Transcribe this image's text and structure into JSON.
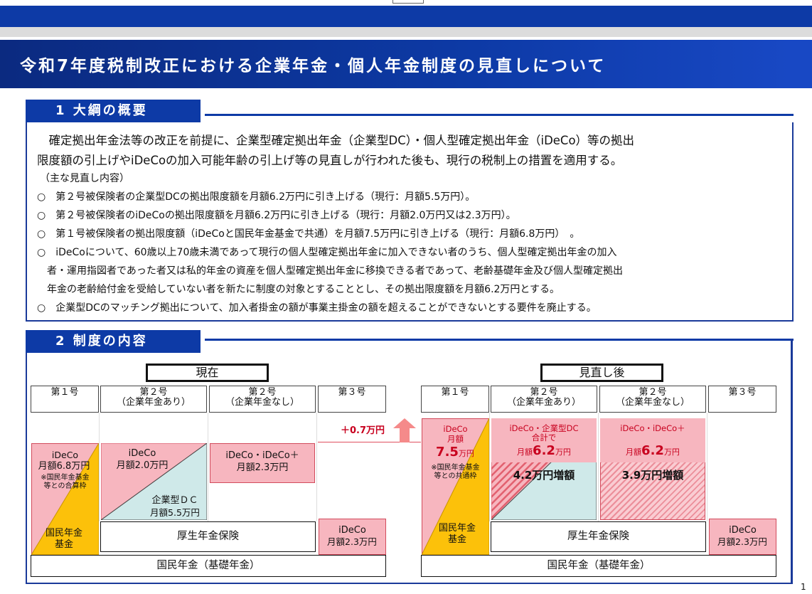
{
  "title": "令和7年度税制改正における企業年金・個人年金制度の見直しについて",
  "page_number": "1",
  "section1": {
    "heading": "1 大綱の概要",
    "intro_line1": "　確定拠出年金法等の改正を前提に、企業型確定拠出年金（企業型DC）・個人型確定拠出年金（iDeCo）等の拠出",
    "intro_line2": "限度額の引上げやiDeCoの加入可能年齢の引上げ等の見直しが行われた後も、現行の税制上の措置を適用する。",
    "sub_heading": "（主な見直し内容）",
    "items": [
      "○　第２号被保険者の企業型DCの拠出限度額を月額6.2万円に引き上げる（現行：月額5.5万円）。",
      "○　第２号被保険者のiDeCoの拠出限度額を月額6.2万円に引き上げる（現行：月額2.0万円又は2.3万円）。",
      "○　第１号被保険者の拠出限度額（iDeCoと国民年金基金で共通）を月額7.5万円に引き上げる（現行：月額6.8万円）　。",
      "○　iDeCoについて、60歳以上70歳未満であって現行の個人型確定拠出年金に加入できない者のうち、個人型確定拠出年金の加入",
      "　者・運用指図者であった者又は私的年金の資産を個人型確定拠出年金に移換できる者であって、老齢基礎年金及び個人型確定拠出",
      "　年金の老齢給付金を受給していない者を新たに制度の対象とすることとし、その拠出限度額を月額6.2万円とする。",
      "○　企業型DCのマッチング拠出について、加入者掛金の額が事業主掛金の額を超えることができないとする要件を廃止する。"
    ]
  },
  "section2": {
    "heading": "2 制度の内容",
    "current": {
      "header": "現在",
      "cols": [
        {
          "l1": "第１号",
          "l2": ""
        },
        {
          "l1": "第２号",
          "l2": "（企業年金あり）"
        },
        {
          "l1": "第２号",
          "l2": "（企業年金なし）"
        },
        {
          "l1": "第３号",
          "l2": ""
        }
      ],
      "c1_ideco": "iDeCo",
      "c1_amount": "月額6.8万円",
      "c1_note1": "※国民年金基金",
      "c1_note2": "等との合算枠",
      "c1_kikin1": "国民年金",
      "c1_kikin2": "基金",
      "c2_ideco": "iDeCo",
      "c2_amount": "月額2.0万円",
      "c2_dc1": "企業型ＤＣ",
      "c2_dc2": "月額5.5万円",
      "c3_l1": "iDeCo・iDeCo＋",
      "c3_l2": "月額2.3万円",
      "c4_l1": "iDeCo",
      "c4_l2": "月額2.3万円",
      "kosei": "厚生年金保険",
      "kokumin": "国民年金（基礎年金）"
    },
    "increase": "＋0.7万円",
    "after": {
      "header": "見直し後",
      "cols": [
        {
          "l1": "第１号",
          "l2": ""
        },
        {
          "l1": "第２号",
          "l2": "（企業年金あり）"
        },
        {
          "l1": "第２号",
          "l2": "（企業年金なし）"
        },
        {
          "l1": "第３号",
          "l2": ""
        }
      ],
      "c1_ideco": "iDeCo",
      "c1_monthly": "月額",
      "c1_big": "7.5",
      "c1_unit": "万円",
      "c1_note1": "※国民年金基金",
      "c1_note2": "等との共通枠",
      "c1_kikin1": "国民年金",
      "c1_kikin2": "基金",
      "c2_l1": "iDeCo・企業型DC",
      "c2_l2": "合計で",
      "c2_monthly": "月額",
      "c2_big": "6.2",
      "c2_unit": "万円",
      "c2_increase": "4.2万円増額",
      "c3_l1": "iDeCo・iDeCo＋",
      "c3_monthly": "月額",
      "c3_big": "6.2",
      "c3_unit": "万円",
      "c3_increase": "3.9万円増額",
      "c4_l1": "iDeCo",
      "c4_l2": "月額2.3万円",
      "kosei": "厚生年金保険",
      "kokumin": "国民年金（基礎年金）"
    }
  },
  "colors": {
    "navy": "#0d3aa6",
    "pink": "#f7b6bf",
    "gold": "#fcc10a",
    "teal": "#cfe9e9",
    "red": "#c8001e"
  }
}
